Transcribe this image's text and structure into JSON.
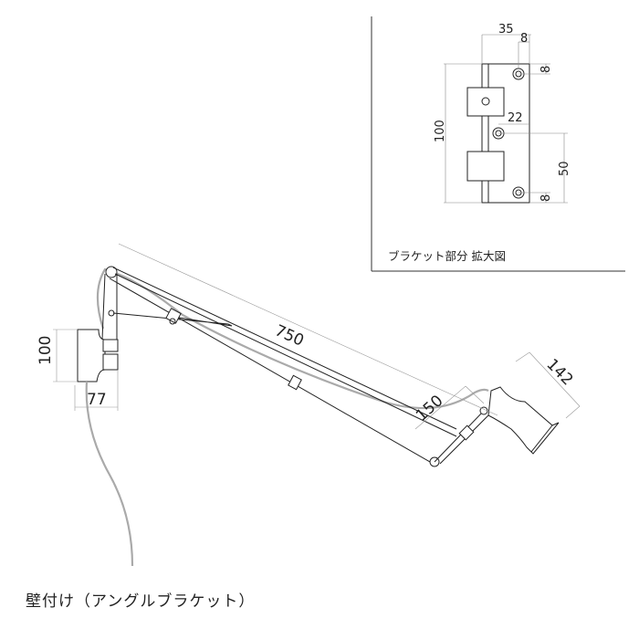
{
  "figure": {
    "caption": "壁付け（アングルブラケット）",
    "inset_caption": "ブラケット部分 拡大図"
  },
  "main_dimensions": {
    "arm_length": "750",
    "bracket_height": "100",
    "bracket_depth": "77",
    "head_arm_length": "150",
    "shade_length": "142"
  },
  "inset_dimensions": {
    "width": "35",
    "hole_offset_x": "8",
    "hole_offset_top": "8",
    "height": "100",
    "center_hole_offset": "22",
    "lower_span": "50",
    "hole_offset_bottom": "8"
  },
  "colors": {
    "line": "#222222",
    "dim_line": "#888888",
    "cord": "#999999"
  }
}
